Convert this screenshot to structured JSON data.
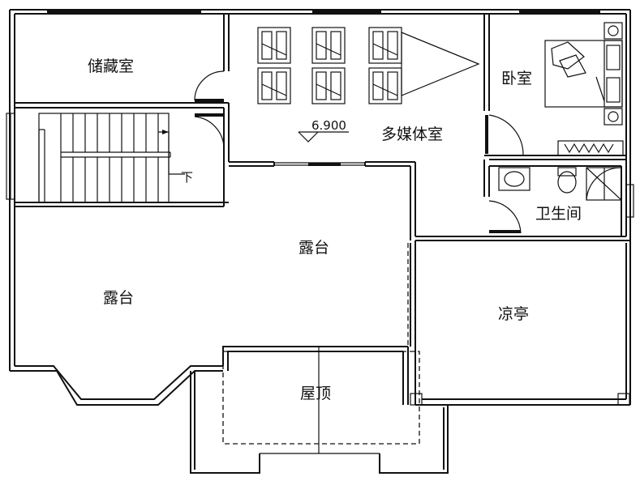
{
  "rooms": {
    "storage": "储藏室",
    "media": "多媒体室",
    "bedroom": "卧室",
    "bathroom": "卫生间",
    "terrace_center": "露台",
    "terrace_left": "露台",
    "pavilion": "凉亭",
    "roof": "屋顶"
  },
  "stair_down": "下",
  "elevation": "6.900"
}
